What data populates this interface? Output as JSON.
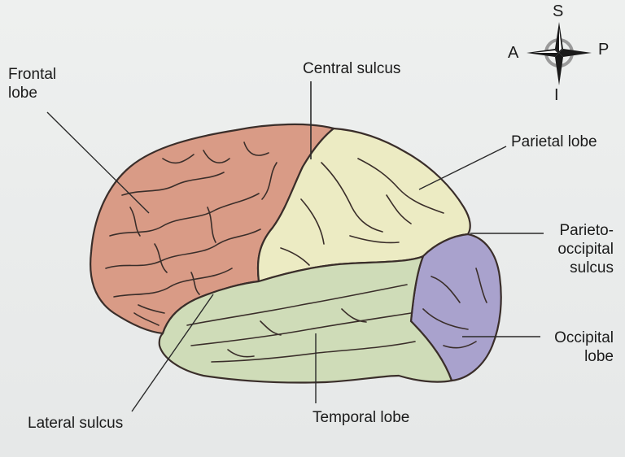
{
  "labels": {
    "frontal_lobe_line1": "Frontal",
    "frontal_lobe_line2": "lobe",
    "central_sulcus": "Central sulcus",
    "parietal_lobe": "Parietal lobe",
    "parieto_occipital_line1": "Parieto-",
    "parieto_occipital_line2": "occipital",
    "parieto_occipital_line3": "sulcus",
    "occipital_lobe_line1": "Occipital",
    "occipital_lobe_line2": "lobe",
    "temporal_lobe": "Temporal lobe",
    "lateral_sulcus": "Lateral sulcus"
  },
  "compass": {
    "superior": "S",
    "inferior": "I",
    "anterior": "A",
    "posterior": "P"
  },
  "colors": {
    "frontal": "#d99b86",
    "parietal": "#ecebc3",
    "temporal": "#cfdcb8",
    "occipital": "#a9a2cd",
    "outline": "#3a2e2a"
  }
}
